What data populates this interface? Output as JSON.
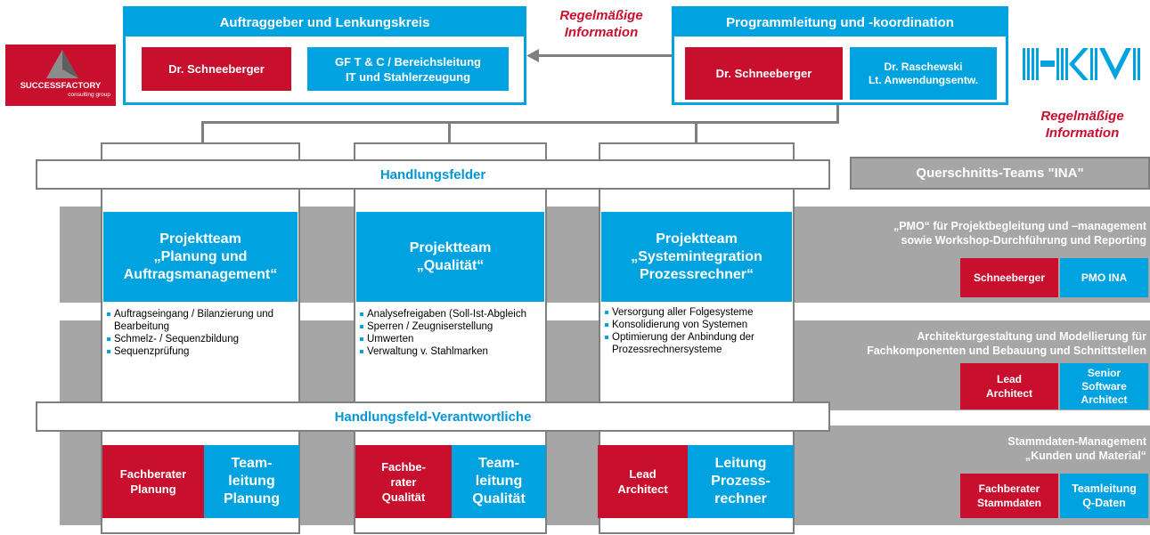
{
  "top_left": {
    "title": "Auftraggeber und Lenkungskreis",
    "box1": "Dr. Schneeberger",
    "box2_line1": "GF T & C / Bereichsleitung",
    "box2_line2": "IT und Stahlerzeugung"
  },
  "info_top": {
    "line1": "Regelmäßige",
    "line2": "Information"
  },
  "top_right": {
    "title": "Programmleitung und -koordination",
    "box1": "Dr. Schneeberger",
    "box2_line1": "Dr. Raschewski",
    "box2_line2": "Lt. Anwendungsentw."
  },
  "info_right": {
    "line1": "Regelmäßige",
    "line2": "Information"
  },
  "logo_left": {
    "line1": "SUCCESSFACTORY",
    "line2": "consulting group"
  },
  "logo_right": {
    "text": "HKM"
  },
  "handlungsfelder": "Handlungsfelder",
  "querschnitt": "Querschnitts-Teams \"INA\"",
  "teams": [
    {
      "title_line1": "Projektteam",
      "title_line2": "„Planung und",
      "title_line3": "Auftragsmanagement“",
      "bullets": [
        "Auftragseingang / Bilanzierung und Bearbeitung",
        "Schmelz- / Sequenzbildung",
        "Sequenzprüfung"
      ],
      "red_line1": "Fachberater",
      "red_line2": "Planung",
      "red_line3": "",
      "blue_line1": "Team-",
      "blue_line2": "leitung",
      "blue_line3": "Planung"
    },
    {
      "title_line1": "Projektteam",
      "title_line2": "„Qualität“",
      "title_line3": "",
      "bullets": [
        "Analysefreigaben (Soll-Ist-Abgleich",
        "Sperren / Zeugniserstellung",
        "Umwerten",
        "Verwaltung v. Stahlmarken"
      ],
      "red_line1": "Fachbe-",
      "red_line2": "rater",
      "red_line3": "Qualität",
      "blue_line1": "Team-",
      "blue_line2": "leitung",
      "blue_line3": "Qualität"
    },
    {
      "title_line1": "Projektteam",
      "title_line2": "„Systemintegration",
      "title_line3": "Prozessrechner“",
      "bullets": [
        "Versorgung aller Folgesysteme",
        "Konsolidierung von Systemen",
        "Optimierung der Anbindung der Prozessrechnersysteme"
      ],
      "red_line1": "Lead",
      "red_line2": "Architect",
      "red_line3": "",
      "blue_line1": "Leitung",
      "blue_line2": "Prozess-",
      "blue_line3": "rechner"
    }
  ],
  "handlungsfeld_verantwortliche": "Handlungsfeld-Verantwortliche",
  "cross_teams": [
    {
      "line1": "„PMO“ für Projektbegleitung und –management",
      "line2": "sowie Workshop-Durchführung und Reporting",
      "red": "Schneeberger",
      "red2": "",
      "blue1": "PMO INA",
      "blue2": "",
      "blue3": ""
    },
    {
      "line1": "Architekturgestaltung und Modellierung für",
      "line2": "Fachkomponenten und Bebauung und Schnittstellen",
      "red": "Lead",
      "red2": "Architect",
      "blue1": "Senior",
      "blue2": "Software",
      "blue3": "Architect"
    },
    {
      "line1": "Stammdaten-Management",
      "line2": "„Kunden und Material“",
      "red": "Fachberater",
      "red2": "Stammdaten",
      "blue1": "Teamleitung",
      "blue2": "Q-Daten",
      "blue3": ""
    }
  ],
  "colors": {
    "blue": "#00a3e0",
    "red": "#c8102e",
    "gray": "#a6a6a6",
    "line": "#7f7f7f"
  }
}
